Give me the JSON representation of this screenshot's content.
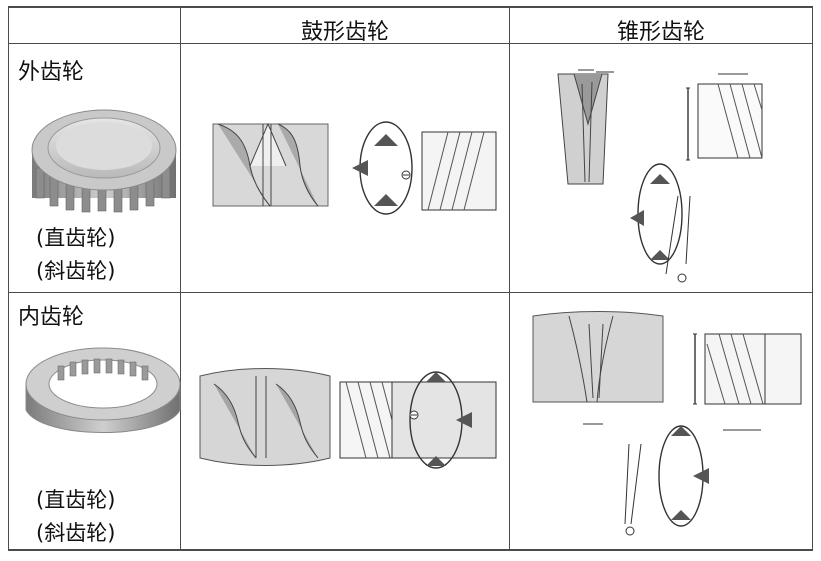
{
  "header": {
    "col1": "",
    "col2": "鼓形齿轮",
    "col3": "锥形齿轮"
  },
  "rows": [
    {
      "title": "外齿轮",
      "types": [
        "(直齿轮)",
        "(斜齿轮)"
      ],
      "image_icon": "external-spur-gear"
    },
    {
      "title": "内齿轮",
      "types": [
        "(直齿轮)",
        "(斜齿轮)"
      ],
      "image_icon": "internal-ring-gear"
    }
  ],
  "colors": {
    "grid": "#4b4b4b",
    "gear_metal": "#a7a7a7",
    "hatch": "#555555"
  }
}
